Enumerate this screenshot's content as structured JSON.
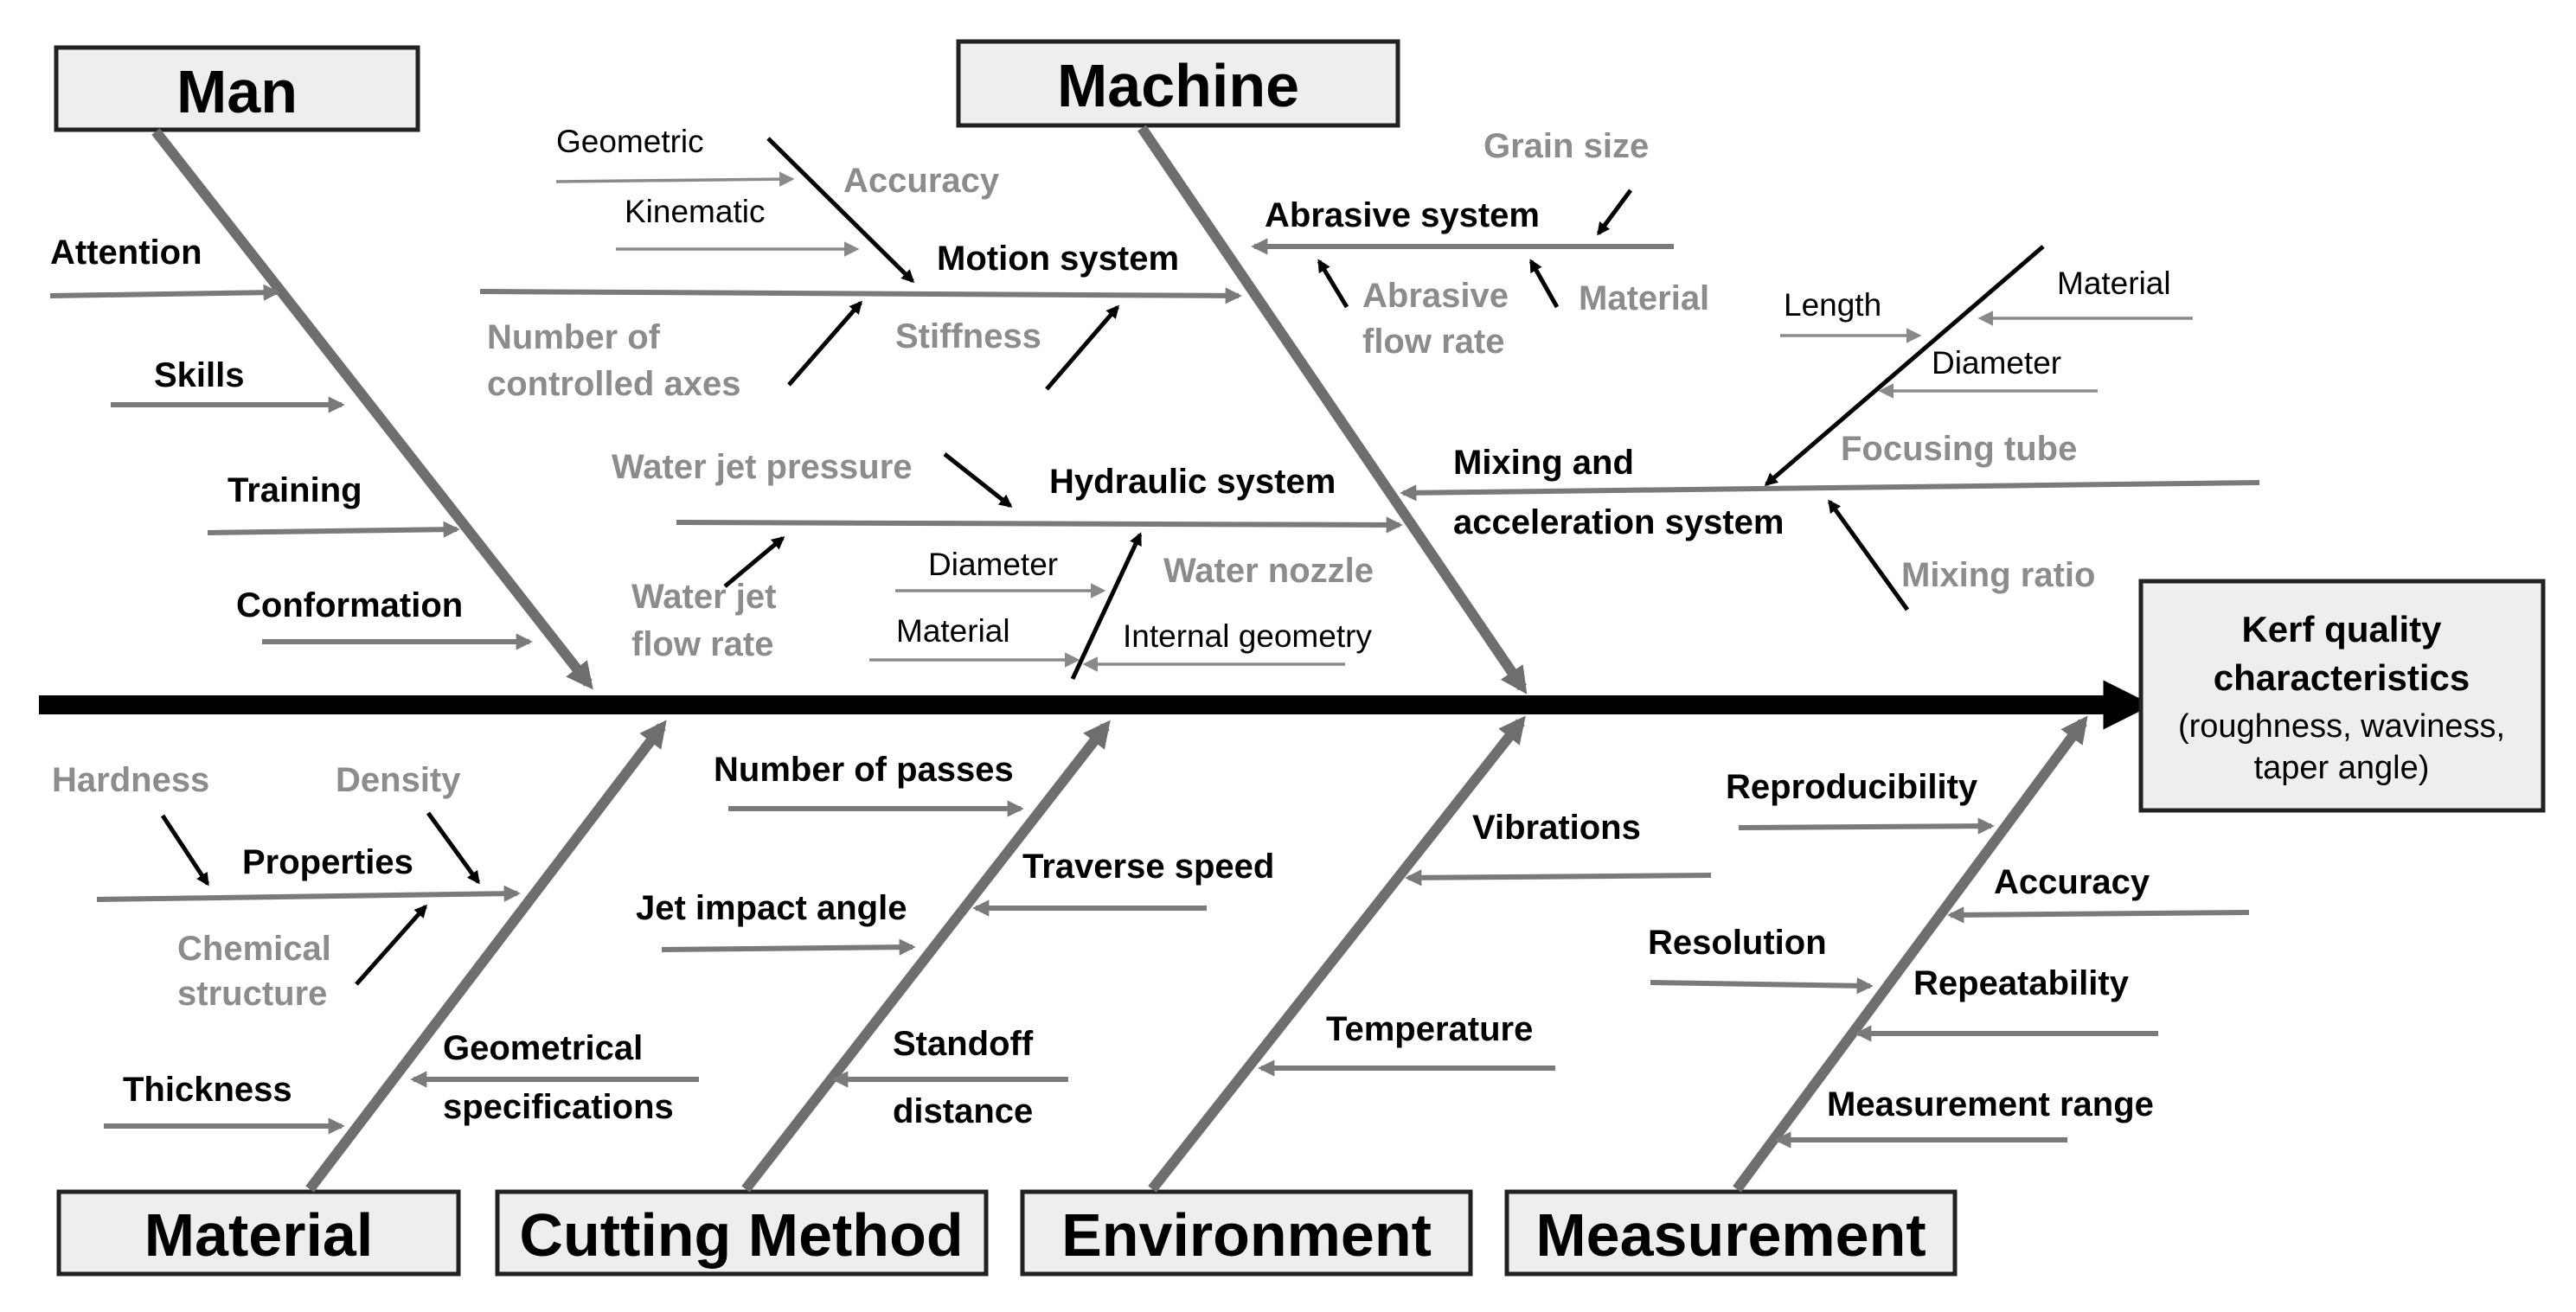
{
  "colors": {
    "label_black": "#000000",
    "label_gray": "#8c8c8c",
    "bone": "#6e6e6e",
    "box_fill": "#eeeeee"
  },
  "categories": {
    "man": "Man",
    "machine": "Machine",
    "material": "Material",
    "cutting_method": "Cutting Method",
    "environment": "Environment",
    "measurement": "Measurement"
  },
  "effect": {
    "title_line1": "Kerf quality",
    "title_line2": "characteristics",
    "sub_line1": "(roughness, waviness,",
    "sub_line2": "taper angle)"
  },
  "man": {
    "attention": "Attention",
    "skills": "Skills",
    "training": "Training",
    "conformation": "Conformation"
  },
  "machine": {
    "motion": {
      "label": "Motion system",
      "geometric": "Geometric",
      "kinematic": "Kinematic",
      "accuracy": "Accuracy",
      "axes_line1": "Number of",
      "axes_line2": "controlled axes",
      "stiffness": "Stiffness"
    },
    "abrasive": {
      "label": "Abrasive system",
      "grain_size": "Grain size",
      "flow_line1": "Abrasive",
      "flow_line2": "flow rate",
      "material": "Material"
    },
    "hydraulic": {
      "label": "Hydraulic system",
      "pressure": "Water jet pressure",
      "flow_line1": "Water jet",
      "flow_line2": "flow rate",
      "diameter": "Diameter",
      "nozzle": "Water nozzle",
      "material": "Material",
      "internal_geometry": "Internal geometry"
    },
    "mixing": {
      "label_line1": "Mixing and",
      "label_line2": "acceleration system",
      "length": "Length",
      "material": "Material",
      "diameter": "Diameter",
      "focusing_tube": "Focusing tube",
      "mixing_ratio": "Mixing ratio"
    }
  },
  "material": {
    "hardness": "Hardness",
    "density": "Density",
    "properties": "Properties",
    "chem_line1": "Chemical",
    "chem_line2": "structure",
    "thickness": "Thickness",
    "geo_line1": "Geometrical",
    "geo_line2": "specifications"
  },
  "cutting": {
    "passes": "Number of passes",
    "traverse": "Traverse speed",
    "jet_angle": "Jet impact angle",
    "standoff_line1": "Standoff",
    "standoff_line2": "distance"
  },
  "environment": {
    "vibrations": "Vibrations",
    "temperature": "Temperature"
  },
  "measurement": {
    "reproducibility": "Reproducibility",
    "accuracy": "Accuracy",
    "resolution": "Resolution",
    "repeatability": "Repeatability",
    "range": "Measurement range"
  }
}
